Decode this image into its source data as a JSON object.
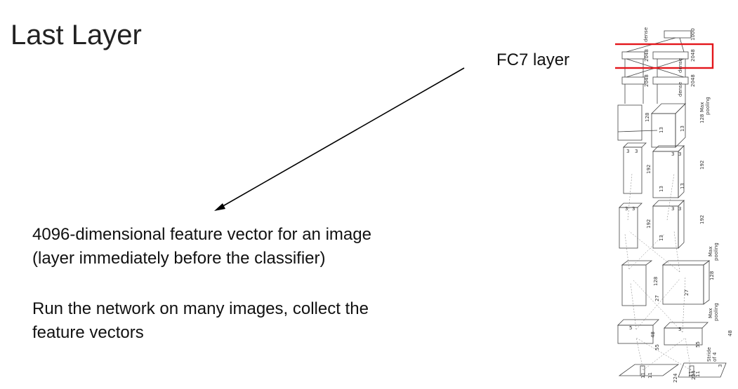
{
  "slide": {
    "title": "Last Layer",
    "callout": "FC7 layer",
    "paragraph1": [
      "4096-dimensional feature vector for an image",
      "(layer immediately before the classifier)"
    ],
    "paragraph2": [
      "Run the network on many images, collect the",
      "feature vectors"
    ]
  },
  "diagram": {
    "labels": {
      "dense": "dense",
      "n1000": "1000",
      "n2048": "2048",
      "n128": "128",
      "n192": "192",
      "n13": "13",
      "n27": "27",
      "n55": "55",
      "n48": "48",
      "n224": "224",
      "n11": "11",
      "n3": "3",
      "n5": "5",
      "max": "Max",
      "pooling": "pooling",
      "stride": "Stride",
      "of4": "of 4"
    },
    "highlight_color": "#e3161b"
  }
}
